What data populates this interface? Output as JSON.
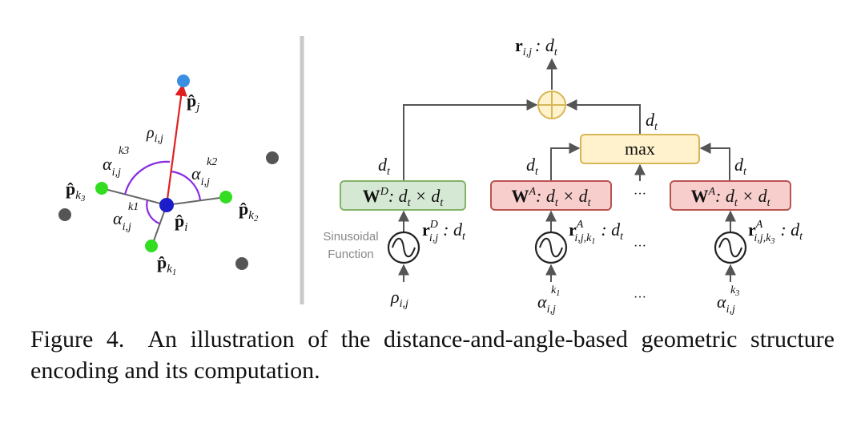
{
  "left_panel": {
    "p_j": "p̂",
    "p_j_sub": "j",
    "p_i": "p̂",
    "p_i_sub": "i",
    "p_k1": "p̂",
    "p_k1_sub": "k",
    "p_k1_subsub": "1",
    "p_k2": "p̂",
    "p_k2_sub": "k",
    "p_k2_subsub": "2",
    "p_k3": "p̂",
    "p_k3_sub": "k",
    "p_k3_subsub": "3",
    "rho": "ρ",
    "rho_sub": "i,j",
    "alpha": "α",
    "alpha_sub": "i,j",
    "k1": "k1",
    "k2": "k2",
    "k3": "k3"
  },
  "right_panel": {
    "output_label": "r",
    "output_sub": "i,j",
    "output_rest": ": d",
    "output_rest_sub": "t",
    "dt": "d",
    "dt_sub": "t",
    "max_label": "max",
    "wd_main": "W",
    "wd_sup": "D",
    "wa_main": "W",
    "wa_sup": "A",
    "w_rest": ": d",
    "w_rest_t": "t",
    "w_times": " × d",
    "sinusoidal_line1": "Sinusoidal",
    "sinusoidal_line2": "Function",
    "rD": "r",
    "rD_sup": "D",
    "rD_sub": "i,j",
    "rA": "r",
    "rA_sup": "A",
    "rA_sub1": "i,j,k",
    "rA_subsub1": "1",
    "rA_sub3": "i,j,k",
    "rA_subsub3": "3",
    "colon_dt": ": d",
    "colon_dt_sub": "t",
    "ellipsis": "···",
    "rho_in": "ρ",
    "rho_in_sub": "i,j",
    "alpha_in": "α",
    "alpha_in_sub": "i,j",
    "alpha_in_sup1": "k",
    "alpha_in_supsub1": "1",
    "alpha_in_sup3": "k",
    "alpha_in_supsub3": "3"
  },
  "caption": {
    "label": "Figure 4.",
    "text": "An illustration of the distance-and-angle-based geometric structure encoding and its computation."
  },
  "colors": {
    "blue_point": "#3b8fe0",
    "center_point": "#1c1cc8",
    "green_point": "#33dd22",
    "gray_point": "#555555",
    "red_arrow": "#e02020",
    "purple_arc": "#8a2be2",
    "green_box_fill": "#d5e8d4",
    "green_box_stroke": "#82b366",
    "red_box_fill": "#f8cecc",
    "red_box_stroke": "#b85450",
    "yellow_fill": "#fff2cc",
    "yellow_stroke": "#d6b656",
    "line_gray": "#555555"
  }
}
